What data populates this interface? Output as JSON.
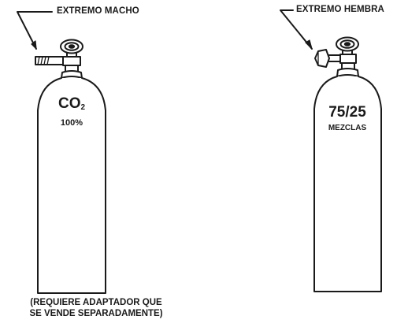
{
  "left_tank": {
    "callout": "EXTREMO MACHO",
    "gas_name": "CO",
    "gas_subscript": "2",
    "gas_percent": "100%"
  },
  "right_tank": {
    "callout": "EXTREMO HEMBRA",
    "mix_ratio": "75/25",
    "mix_label": "MEZCLAS"
  },
  "note": {
    "line1": "(REQUIERE ADAPTADOR QUE",
    "line2": "SE VENDE SEPARADAMENTE)"
  },
  "colors": {
    "ink": "#1a1a1a",
    "background": "#ffffff"
  }
}
